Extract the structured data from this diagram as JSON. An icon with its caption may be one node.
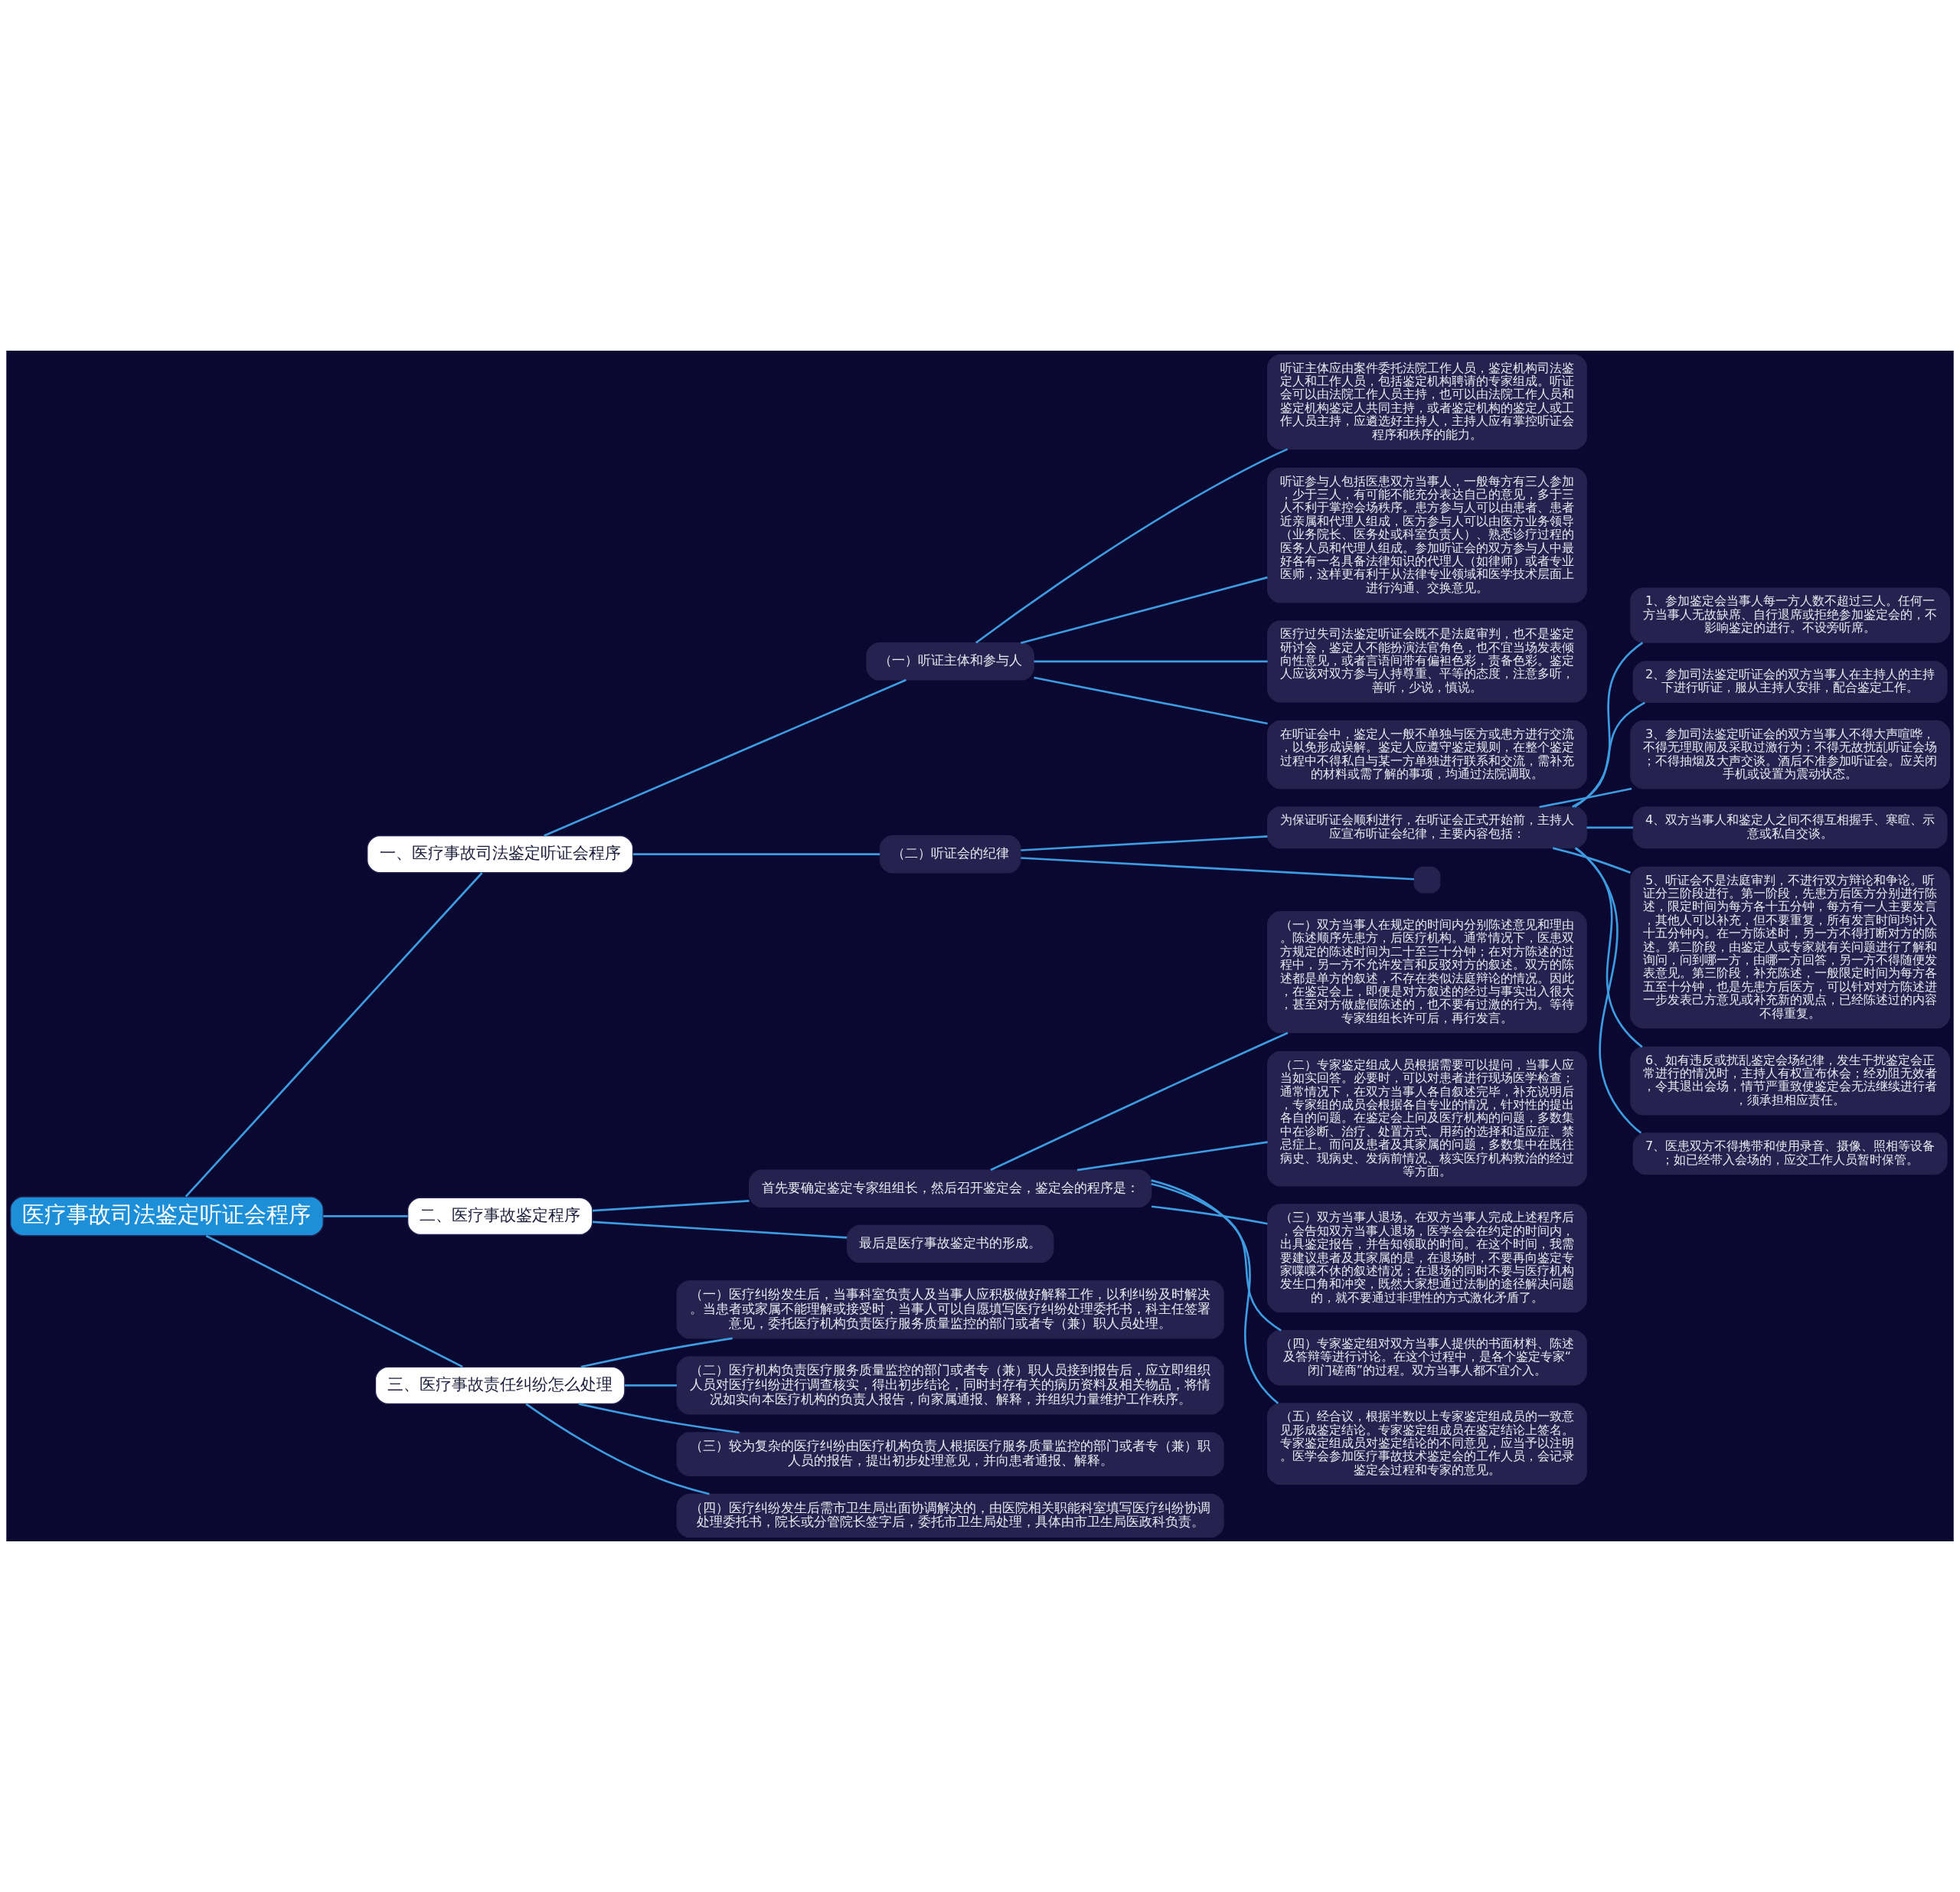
{
  "diagram": {
    "nodes": [
      {
        "text": [
          "医疗事故司法鉴定听证会程序"
        ]
      },
      {
        "text": [
          "一、医疗事故司法鉴定听证会程序"
        ]
      },
      {
        "text": [
          "（一）听证主体和参与人"
        ]
      },
      {
        "text": [
          "听证主体应由案件委托法院工作人员，鉴定机构司法鉴定人和工作人员，包括鉴定机构聘请的专家组成。听证会可以由法院工作人员主持，也可以由法院工作人员和鉴定机构鉴定人共同主持，或者鉴定机构的鉴定人或工作人员主持，应遴选好主持人，主持人应有掌控听证会程序和秩序的能力。"
        ]
      },
      {
        "text": [
          "听证参与人包括医患双方当事人，一般每方有三人参加，少于三人，有可能不能充分表达自己的意见，多于三人不利于掌控会场秩序。患方参与人可以由患者、患者近亲属和代理人组成，医方参与人可以由医方业务领导（业务院长、医务处或科室负责人）、熟悉诊疗过程的医务人员和代理人组成。参加听证会的双方参与人中最好各有一名具备法律知识的代理人（如律师）或者专业医师，这样更有利于从法律专业领域和医学技术层面上进行沟通、交换意见。"
        ]
      },
      {
        "text": [
          "医疗过失司法鉴定听证会既不是法庭审判，也不是鉴定研讨会，鉴定人不能扮演法官角色，也不宜当场发表倾向性意见，或者言语间带有偏袒色彩，责备色彩。鉴定人应该对双方参与人持尊重、平等的态度，注意多听，善听，少说，慎说。"
        ]
      },
      {
        "text": [
          "在听证会中，鉴定人一般不单独与医方或患方进行交流，以免形成误解。鉴定人应遵守鉴定规则，在整个鉴定过程中不得私自与某一方单独进行联系和交流，需补充的材料或需了解的事项，均通过法院调取。"
        ]
      },
      {
        "text": [
          "（二）听证会的纪律"
        ]
      },
      {
        "text": [
          "为保证听证会顺利进行，在听证会正式开始前，主持人应宣布听证会纪律，主要内容包括："
        ]
      },
      {
        "text": [
          "1、参加鉴定会当事人每一方人数不超过三人。任何一方当事人无故缺席、自行退席或拒绝参加鉴定会的，不影响鉴定的进行。不设旁听席。"
        ]
      },
      {
        "text": [
          "2、参加司法鉴定听证会的双方当事人在主持人的主持下进行听证，服从主持人安排，配合鉴定工作。"
        ]
      },
      {
        "text": [
          "3、参加司法鉴定听证会的双方当事人不得大声喧哗，不得无理取闹及采取过激行为；不得无故扰乱听证会场；不得抽烟及大声交谈。酒后不准参加听证会。应关闭手机或设置为震动状态。"
        ]
      },
      {
        "text": [
          "4、双方当事人和鉴定人之间不得互相握手、寒暄、示意或私自交谈。"
        ]
      },
      {
        "text": [
          "5、听证会不是法庭审判，不进行双方辩论和争论。听证分三阶段进行。第一阶段，先患方后医方分别进行陈述，限定时间为每方各十五分钟，每方有一人主要发言，其他人可以补充，但不要重复，所有发言时间均计入十五分钟内。在一方陈述时，另一方不得打断对方的陈述。第二阶段，由鉴定人或专家就有关问题进行了解和询问，问到哪一方，由哪一方回答，另一方不得随便发表意见。第三阶段，补充陈述，一般限定时间为每方各五至十分钟，也是先患方后医方，可以针对对方陈述进一步发表己方意见或补充新的观点，已经陈述过的内容不得重复。"
        ]
      },
      {
        "text": [
          "6、如有违反或扰乱鉴定会场纪律，发生干扰鉴定会正常进行的情况时，主持人有权宣布休会；经劝阻无效者，令其退出会场，情节严重致使鉴定会无法继续进行者，须承担相应责任。"
        ]
      },
      {
        "text": [
          "7、医患双方不得携带和使用录音、摄像、照相等设备；如已经带入会场的，应交工作人员暂时保管。"
        ]
      },
      {
        "text": [],
        "shape": "box"
      },
      {
        "text": [
          "二、医疗事故鉴定程序"
        ]
      },
      {
        "text": [
          "首先要确定鉴定专家组组长，然后召开鉴定会，鉴定会的程序是："
        ]
      },
      {
        "text": [
          "（一）双方当事人在规定的时间内分别陈述意见和理由。陈述顺序先患方，后医疗机构。通常情况下，医患双方规定的陈述时间为二十至三十分钟；在对方陈述的过程中，另一方不允许发言和反驳对方的叙述。双方的陈述都是单方的叙述，不存在类似法庭辩论的情况。因此，在鉴定会上，即便是对方叙述的经过与事实出入很大，甚至对方做虚假陈述的，也不要有过激的行为。等待专家组组长许可后，再行发言。"
        ]
      },
      {
        "text": [
          "（二）专家鉴定组成人员根据需要可以提问，当事人应当如实回答。必要时，可以对患者进行现场医学检查；通常情况下，在双方当事人各自叙述完毕，补充说明后，专家组的成员会根据各自专业的情况，针对性的提出各自的问题。在鉴定会上问及医疗机构的问题，多数集中在诊断、治疗、处置方式、用药的选择和适应症、禁忌症上。而问及患者及其家属的问题，多数集中在既往病史、现病史、发病前情况、核实医疗机构救治的经过等方面。"
        ]
      },
      {
        "text": [
          "（三）双方当事人退场。在双方当事人完成上述程序后，会告知双方当事人退场，医学会会在约定的时间内，出具鉴定报告，并告知领取的时间。在这个时间，我需要建议患者及其家属的是，在退场时，不要再向鉴定专家喋喋不休的叙述情况；在退场的同时不要与医疗机构发生口角和冲突，既然大家想通过法制的途径解决问题的，就不要通过非理性的方式激化矛盾了。"
        ]
      },
      {
        "text": [
          "（四）专家鉴定组对双方当事人提供的书面材料、陈述及答辩等进行讨论。在这个过程中，是各个鉴定专家“闭门磋商”的过程。双方当事人都不宜介入。"
        ]
      },
      {
        "text": [
          "（五）经合议，根据半数以上专家鉴定组成员的一致意见形成鉴定结论。专家鉴定组成员在鉴定结论上签名。专家鉴定组成员对鉴定结论的不同意见，应当予以注明。医学会参加医疗事故技术鉴定会的工作人员，会记录鉴定会过程和专家的意见。"
        ]
      },
      {
        "text": [
          "最后是医疗事故鉴定书的形成。"
        ]
      },
      {
        "text": [
          "三、医疗事故责任纠纷怎么处理"
        ]
      },
      {
        "text": [
          "（一）医疗纠纷发生后，当事科室负责人及当事人应积极做好解释工作，以利纠纷及时解决。当患者或家属不能理解或接受时，当事人可以自愿填写医疗纠纷处理委托书，科主任签署意见，委托医疗机构负责医疗服务质量监控的部门或者专（兼）职人员处理。"
        ]
      },
      {
        "text": [
          "（二）医疗机构负责医疗服务质量监控的部门或者专（兼）职人员接到报告后，应立即组织人员对医疗纠纷进行调查核实，得出初步结论，同时封存有关的病历资料及相关物品，将情况如实向本医疗机构的负责人报告，向家属通报、解释，并组织力量维护工作秩序。"
        ]
      },
      {
        "text": [
          "（三）较为复杂的医疗纠纷由医疗机构负责人根据医疗服务质量监控的部门或者专（兼）职人员的报告，提出初步处理意见，并向患者通报、解释。"
        ]
      },
      {
        "text": [
          "（四）医疗纠纷发生后需市卫生局出面协调解决的，由医院相关职能科室填写医疗纠纷协调处理委托书，院长或分管院长签字后，委托市卫生局处理，具体由市卫生局医政科负责。"
        ]
      }
    ],
    "edges": [
      {
        "from": 0,
        "to": 1,
        "arrow": "none"
      },
      {
        "from": 1,
        "to": 2,
        "arrow": "none"
      },
      {
        "from": 2,
        "to": 3,
        "arrow": "none"
      },
      {
        "from": 2,
        "to": 4,
        "arrow": "none"
      },
      {
        "from": 2,
        "to": 5,
        "arrow": "none"
      },
      {
        "from": 2,
        "to": 6,
        "arrow": "none"
      },
      {
        "from": 1,
        "to": 7,
        "arrow": "none"
      },
      {
        "from": 7,
        "to": 8,
        "arrow": "none"
      },
      {
        "from": 8,
        "to": 9,
        "arrow": "none"
      },
      {
        "from": 8,
        "to": 10,
        "arrow": "none"
      },
      {
        "from": 8,
        "to": 11,
        "arrow": "none"
      },
      {
        "from": 8,
        "to": 12,
        "arrow": "none"
      },
      {
        "from": 8,
        "to": 13,
        "arrow": "none"
      },
      {
        "from": 8,
        "to": 14,
        "arrow": "none"
      },
      {
        "from": 8,
        "to": 15,
        "arrow": "none"
      },
      {
        "from": 7,
        "to": 16,
        "arrow": "none"
      },
      {
        "from": 0,
        "to": 17,
        "arrow": "none"
      },
      {
        "from": 17,
        "to": 18,
        "arrow": "none"
      },
      {
        "from": 18,
        "to": 19,
        "arrow": "none"
      },
      {
        "from": 18,
        "to": 20,
        "arrow": "none"
      },
      {
        "from": 18,
        "to": 21,
        "arrow": "none"
      },
      {
        "from": 18,
        "to": 22,
        "arrow": "none"
      },
      {
        "from": 18,
        "to": 23,
        "arrow": "none"
      },
      {
        "from": 17,
        "to": 24,
        "arrow": "none"
      },
      {
        "from": 0,
        "to": 25,
        "arrow": "none"
      },
      {
        "from": 25,
        "to": 26,
        "arrow": "none"
      },
      {
        "from": 25,
        "to": 27,
        "arrow": "none"
      },
      {
        "from": 25,
        "to": 28,
        "arrow": "none"
      },
      {
        "from": 25,
        "to": 29,
        "arrow": "none"
      }
    ]
  }
}
